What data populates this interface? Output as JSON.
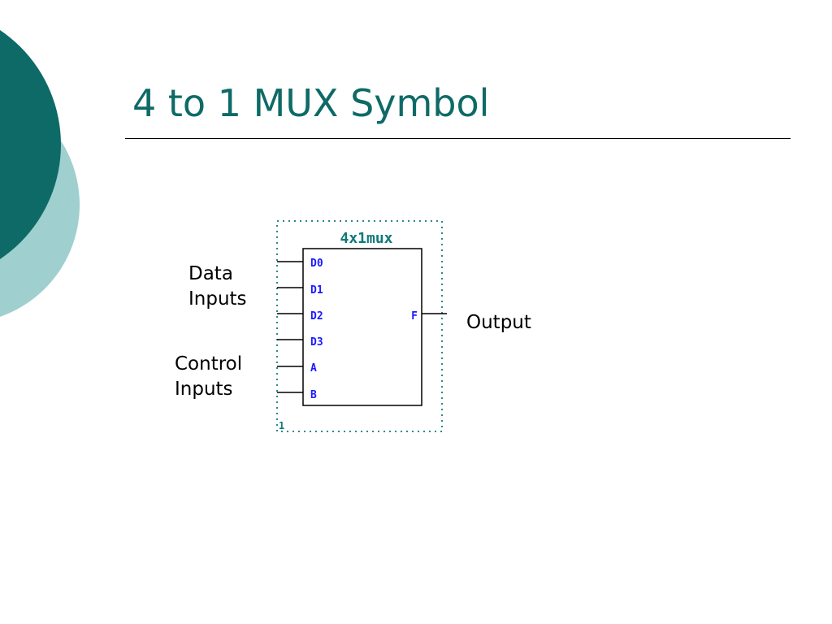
{
  "slide": {
    "title": "4 to 1 MUX Symbol"
  },
  "theme": {
    "title_color": "#0e6a67",
    "circle_dark": "#0e6a67",
    "circle_light": "#9fcfcf",
    "pin_label_color": "#1a1aff",
    "block_label_color": "#0e7a78"
  },
  "diagram": {
    "block_name": "4x1mux",
    "sheet_number": "1",
    "input_pins": [
      "D0",
      "D1",
      "D2",
      "D3",
      "A",
      "B"
    ],
    "output_pin": "F",
    "labels": {
      "data_inputs": [
        "Data",
        "Inputs"
      ],
      "control_inputs": [
        "Control",
        "Inputs"
      ],
      "output": "Output"
    }
  }
}
